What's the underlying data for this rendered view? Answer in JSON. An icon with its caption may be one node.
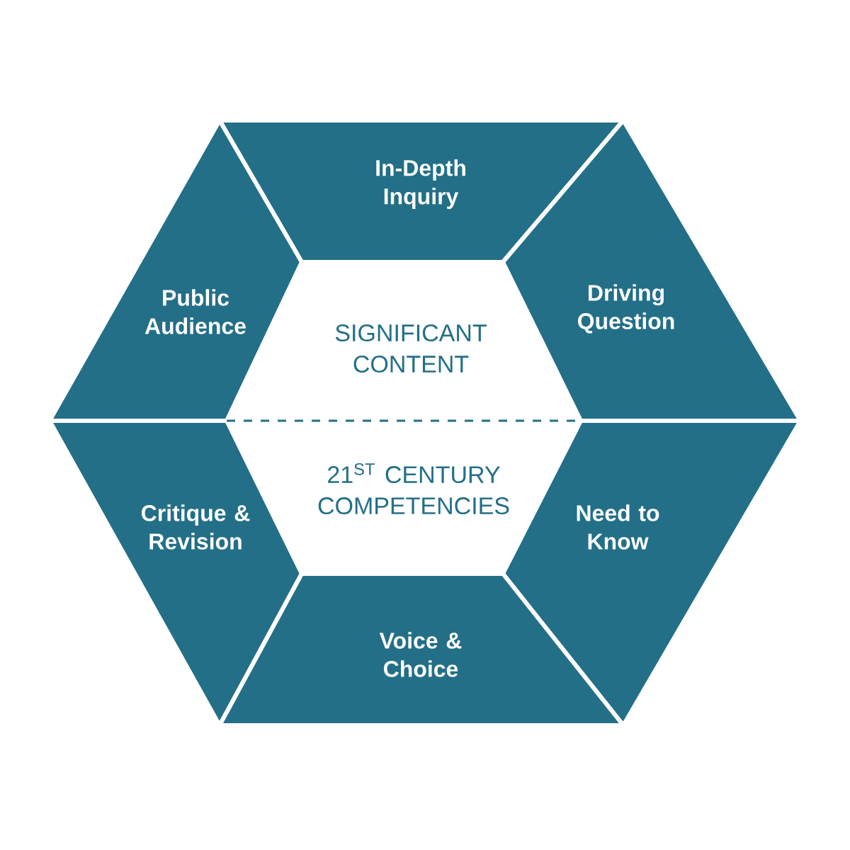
{
  "diagram": {
    "nodes": [
      {
        "text": [
          "In-Depth Inquiry"
        ]
      },
      {
        "text": [
          "Public Audience"
        ]
      },
      {
        "text": [
          "SIGNIFICANT CONTENT"
        ]
      },
      {
        "text": [
          "Driving Question"
        ]
      },
      {
        "text": [
          "Critique & Revision"
        ]
      },
      {
        "text": [
          "21$^{ST}$ CENTURY COMPETENCIES"
        ]
      },
      {
        "text": [
          "Need to Know"
        ]
      },
      {
        "text": [
          "Voice & Choice"
        ]
      }
    ]
  }
}
